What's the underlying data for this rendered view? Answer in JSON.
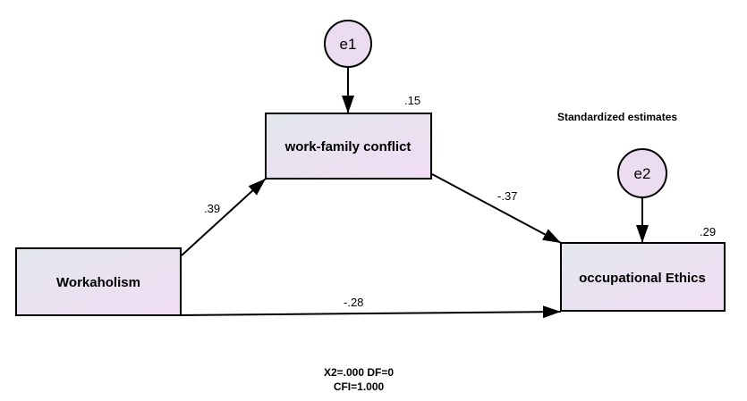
{
  "caption": "Standardized estimates",
  "fit": {
    "line1": "X2=.000 DF=0",
    "line2": "CFI=1.000"
  },
  "variables": {
    "workaholism": "Workaholism",
    "work_family_conflict": "work-family conflict",
    "occupational_ethics": "occupational Ethics"
  },
  "errors": {
    "e1": "e1",
    "e2": "e2"
  },
  "r_squared": {
    "work_family_conflict": ".15",
    "occupational_ethics": ".29"
  },
  "paths": {
    "workaholism_to_conflict": ".39",
    "conflict_to_ethics": "-.37",
    "workaholism_to_ethics": "-.28"
  },
  "colors": {
    "box_fill_start": "#e4e8ec",
    "box_fill_end": "#eedcf2",
    "error_fill": "#ecdcf0",
    "stroke": "#000000"
  }
}
